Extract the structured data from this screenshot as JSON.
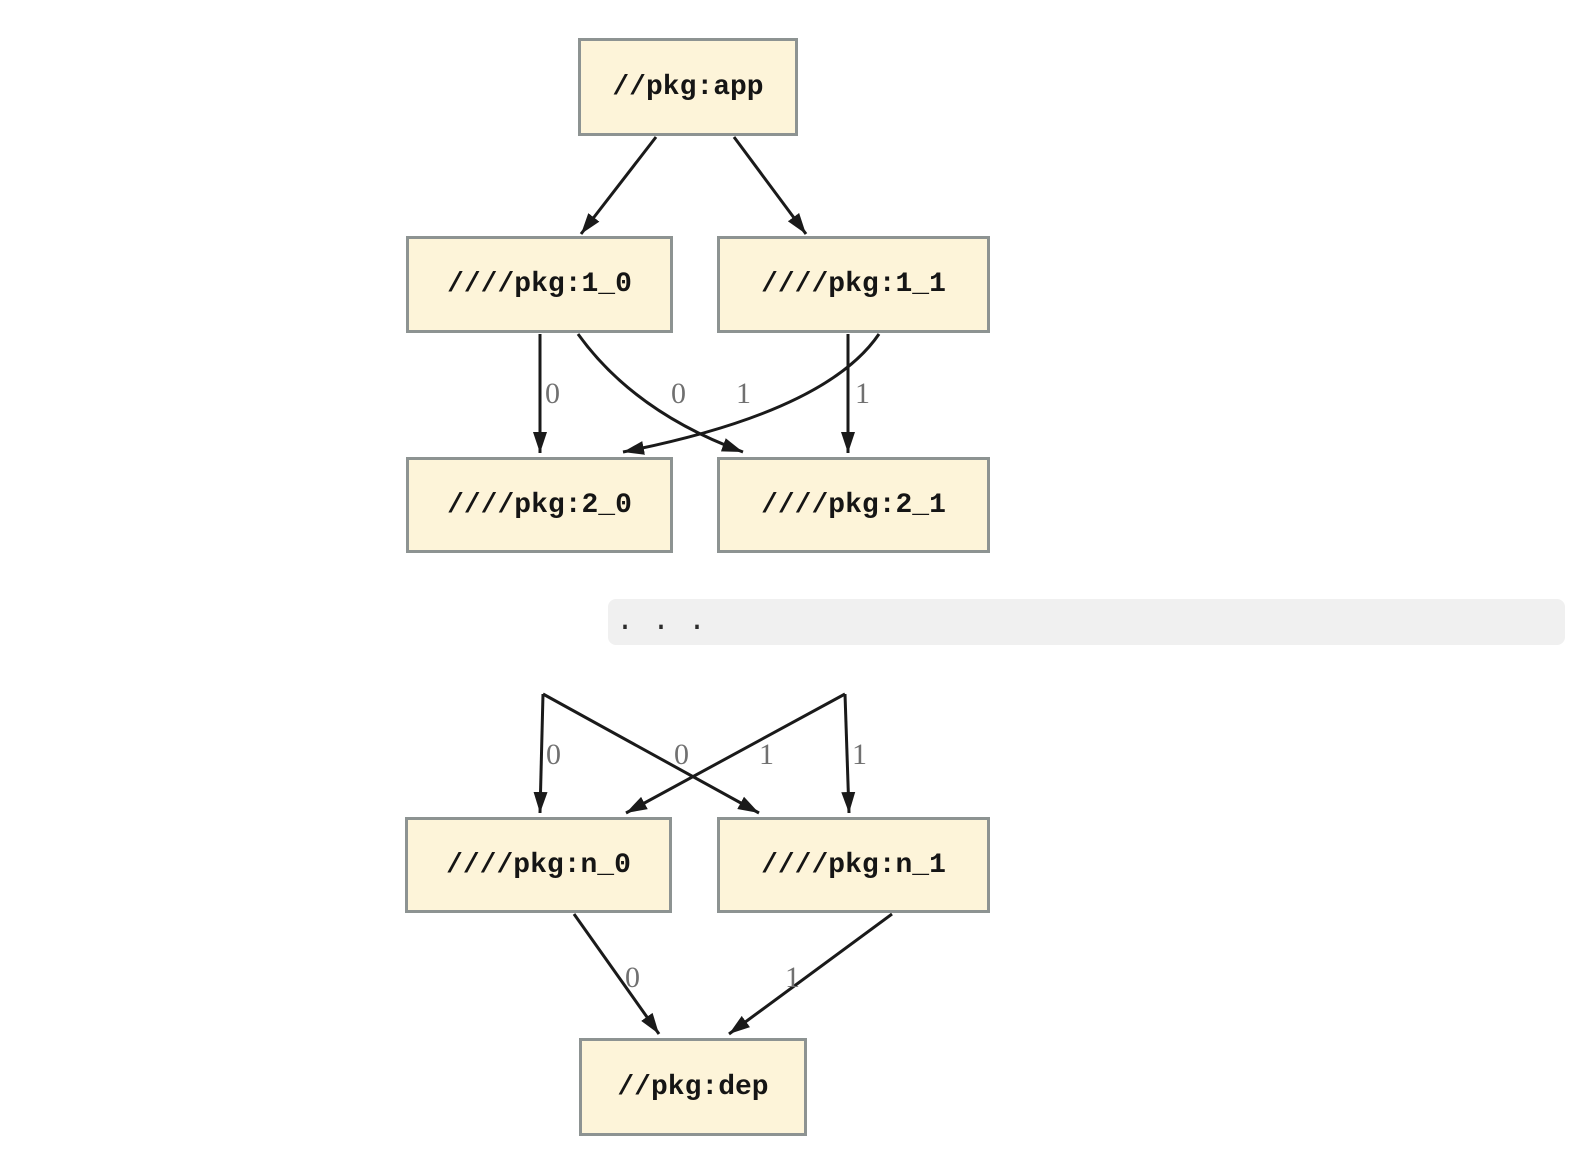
{
  "diagram": {
    "type": "dependency-graph",
    "nodes": {
      "app": {
        "label": "//pkg:app"
      },
      "l1_0": {
        "label": "////pkg:1_0"
      },
      "l1_1": {
        "label": "////pkg:1_1"
      },
      "l2_0": {
        "label": "////pkg:2_0"
      },
      "l2_1": {
        "label": "////pkg:2_1"
      },
      "ln_0": {
        "label": "////pkg:n_0"
      },
      "ln_1": {
        "label": "////pkg:n_1"
      },
      "dep": {
        "label": "//pkg:dep"
      }
    },
    "ellipsis": ". . .",
    "edges": [
      {
        "from": "//pkg:app",
        "to": "////pkg:1_0",
        "label": ""
      },
      {
        "from": "//pkg:app",
        "to": "////pkg:1_1",
        "label": ""
      },
      {
        "from": "////pkg:1_0",
        "to": "////pkg:2_0",
        "label": "0"
      },
      {
        "from": "////pkg:1_0",
        "to": "////pkg:2_1",
        "label": "1"
      },
      {
        "from": "////pkg:1_1",
        "to": "////pkg:2_0",
        "label": "0"
      },
      {
        "from": "////pkg:1_1",
        "to": "////pkg:2_1",
        "label": "1"
      },
      {
        "from": "...",
        "to": "////pkg:n_0",
        "label": "0"
      },
      {
        "from": "...",
        "to": "////pkg:n_1",
        "label": "1"
      },
      {
        "from": "...",
        "to": "////pkg:n_0",
        "label": "0"
      },
      {
        "from": "...",
        "to": "////pkg:n_1",
        "label": "1"
      },
      {
        "from": "////pkg:n_0",
        "to": "//pkg:dep",
        "label": "0"
      },
      {
        "from": "////pkg:n_1",
        "to": "//pkg:dep",
        "label": "1"
      }
    ],
    "colors": {
      "node_fill": "#fdf4d9",
      "node_border": "#8d9392",
      "edge": "#1a1a1a",
      "edge_label": "#707070",
      "ellipsis_bar": "#f0f0f0",
      "background": "#ffffff"
    }
  }
}
